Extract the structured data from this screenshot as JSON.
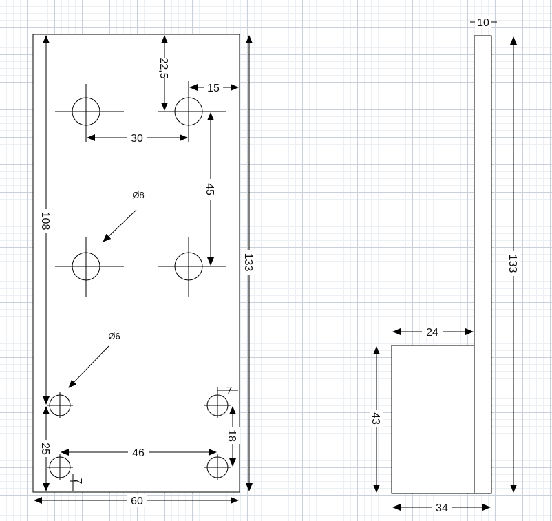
{
  "colors": {
    "line": "#000000",
    "grid_major": "#c9d0d9",
    "grid_minor": "#eceff3",
    "background": "#ffffff"
  },
  "front_view": {
    "dimensions": {
      "top_offset": "22,5",
      "right_offset": "15",
      "hole_spacing_horizontal": "30",
      "hole_spacing_vertical": "45",
      "left_height": "108",
      "right_height": "133",
      "small_hole_edge_offset_right": "7",
      "small_hole_spacing_vertical": "18",
      "bottom_offset": "25",
      "small_hole_spacing_horizontal": "46",
      "small_hole_edge_offset_bottom": "7",
      "overall_width": "60"
    },
    "callouts": {
      "large_hole_diameter": "Ø8",
      "small_hole_diameter": "Ø6"
    }
  },
  "side_view": {
    "dimensions": {
      "plate_thickness": "10",
      "overall_height": "133",
      "flange_depth": "24",
      "flange_height": "43",
      "base_width": "34"
    }
  }
}
